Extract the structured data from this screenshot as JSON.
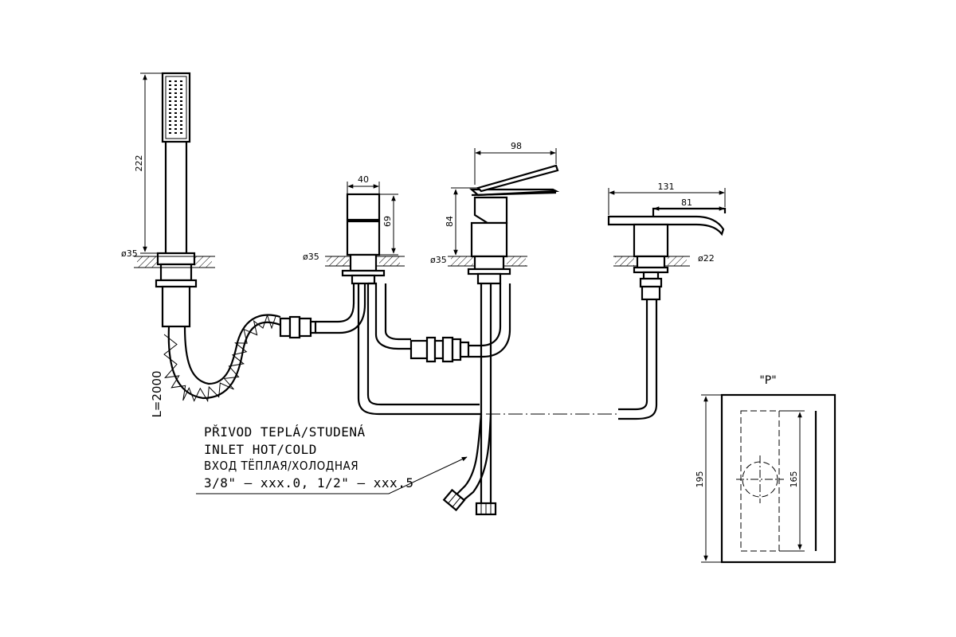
{
  "dimensions": {
    "handshower_height": "222",
    "handshower_base_dia": "ø35",
    "hose_length": "L=2000",
    "diverter_width": "40",
    "diverter_height": "69",
    "diverter_base_dia": "ø35",
    "mixer_reach": "98",
    "mixer_height": "84",
    "mixer_base_dia": "ø35",
    "spout_length": "131",
    "spout_outlet": "81",
    "spout_base_dia": "ø22",
    "cutout_height": "195",
    "cutout_inner": "165"
  },
  "detail": {
    "title": "\"P\""
  },
  "inlet_note": {
    "line1": "PŘIVOD TEPLÁ/STUDENÁ",
    "line2": "INLET HOT/COLD",
    "line3": "ВХОД ТЁПЛАЯ/ХОЛОДНАЯ",
    "line4": "3/8\" – xxx.0, 1/2\" – xxx.5"
  }
}
